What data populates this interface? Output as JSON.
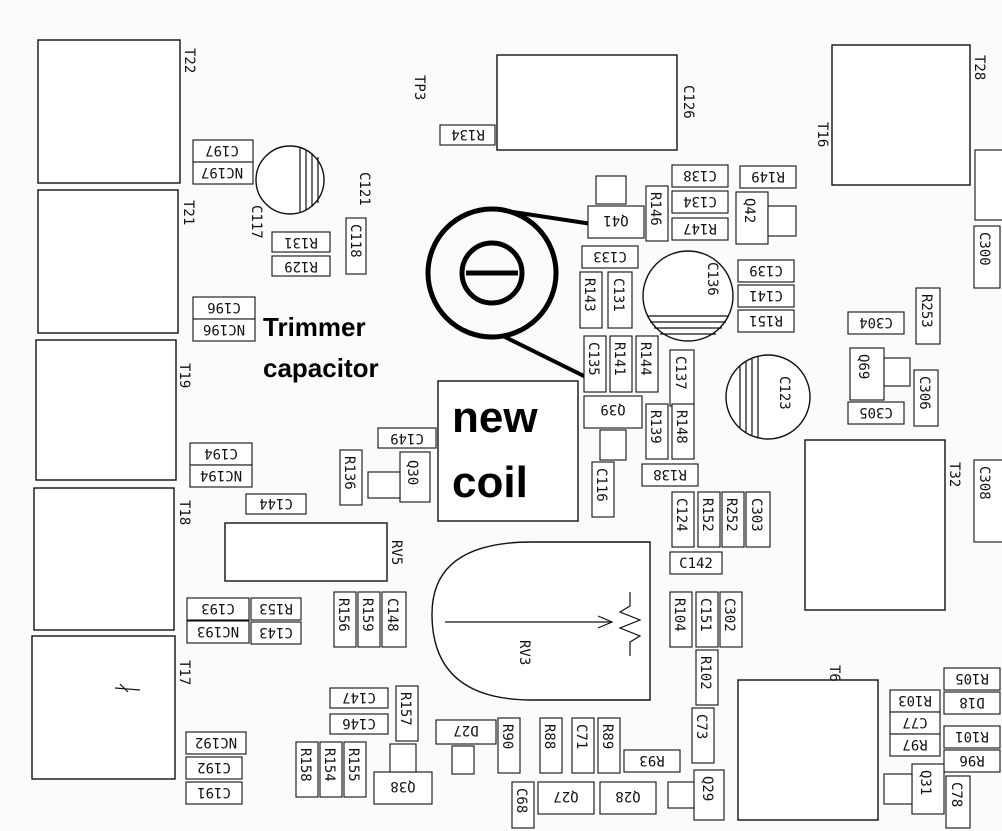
{
  "annotations": {
    "trimmer_line1": "Trimmer",
    "trimmer_line2": "capacitor",
    "coil_line1": "new",
    "coil_line2": "coil"
  },
  "labels": {
    "T22": "T22",
    "T21": "T21",
    "T19": "T19",
    "T18": "T18",
    "T17": "T17",
    "T16": "T16",
    "T28": "T28",
    "T32": "T32",
    "T6": "T6",
    "TP3": "TP3",
    "C126": "C126",
    "R134": "R134",
    "C197": "C197",
    "NC197": "NC197",
    "C117": "C117",
    "C121": "C121",
    "C118": "C118",
    "R131": "R131",
    "R129": "R129",
    "C196": "C196",
    "NC196": "NC196",
    "C194": "C194",
    "NC194": "NC194",
    "C144": "C144",
    "RV5": "RV5",
    "C193": "C193",
    "NC193": "NC193",
    "R153": "R153",
    "C143": "C143",
    "R156": "R156",
    "R159": "R159",
    "C148": "C148",
    "C149": "C149",
    "R136": "R136",
    "Q30": "Q30",
    "C138": "C138",
    "C134": "C134",
    "R146": "R146",
    "R147": "R147",
    "Q41": "Q41",
    "R149": "R149",
    "Q42": "Q42",
    "C133": "C133",
    "C131": "C131",
    "R143": "R143",
    "C136": "C136",
    "C139": "C139",
    "C141": "C141",
    "R151": "R151",
    "C135": "C135",
    "R141": "R141",
    "R144": "R144",
    "C137": "C137",
    "Q39": "Q39",
    "R139": "R139",
    "R148": "R148",
    "R138": "R138",
    "C116": "C116",
    "C123": "C123",
    "C300": "C300",
    "R253": "R253",
    "C304": "C304",
    "Q69": "Q69",
    "C305": "C305",
    "C306": "C306",
    "C308": "C308",
    "C124": "C124",
    "R152": "R152",
    "R252": "R252",
    "C303": "C303",
    "C142": "C142",
    "RV3": "RV3",
    "R104": "R104",
    "C151": "C151",
    "C302": "C302",
    "R102": "R102",
    "C73": "C73",
    "R105": "R105",
    "R103": "R103",
    "D18": "D18",
    "C77": "C77",
    "R97": "R97",
    "R101": "R101",
    "R96": "R96",
    "Q31": "Q31",
    "C78": "C78",
    "C147": "C147",
    "C146": "C146",
    "R157": "R157",
    "R155": "R155",
    "R154": "R154",
    "R158": "R158",
    "Q38": "Q38",
    "NC192": "NC192",
    "C192": "C192",
    "C191": "C191",
    "D27": "D27",
    "R90": "R90",
    "R88": "R88",
    "C71": "C71",
    "R89": "R89",
    "R93": "R93",
    "Q27": "Q27",
    "Q28": "Q28",
    "Q29": "Q29",
    "C68": "C68"
  }
}
